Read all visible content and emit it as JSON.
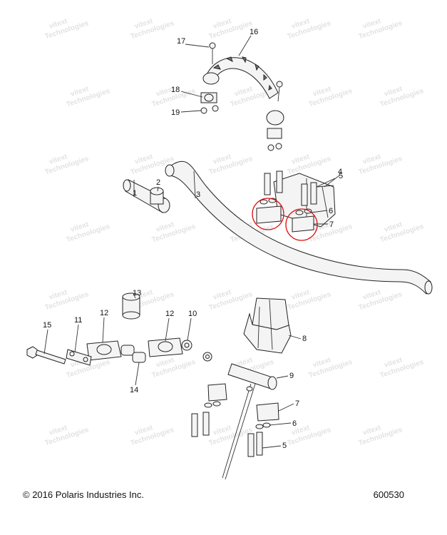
{
  "watermark": "vitext Technologies",
  "footer": {
    "copyright": "© 2016 Polaris Industries Inc.",
    "diagram_id": "600530"
  },
  "callouts": [
    "17",
    "16",
    "18",
    "19",
    "4",
    "2",
    "1",
    "3",
    "5",
    "6",
    "7",
    "13",
    "12",
    "12",
    "10",
    "15",
    "11",
    "8",
    "9",
    "14",
    "7",
    "6",
    "5"
  ]
}
